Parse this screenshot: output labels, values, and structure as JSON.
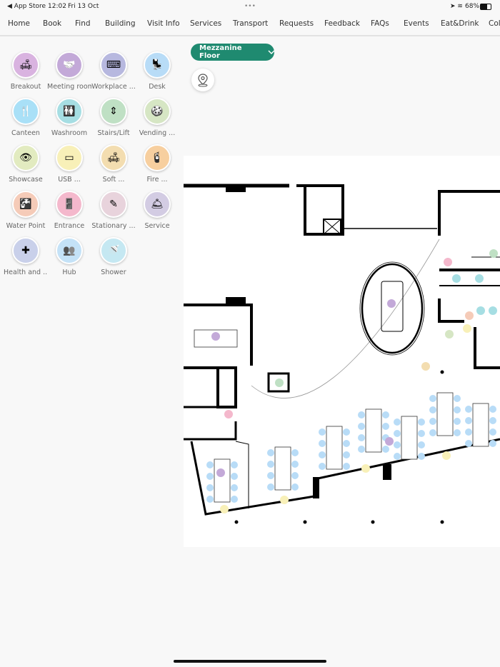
{
  "status_bar": {
    "back_app": "◀ App Store",
    "time": "12:02",
    "date": "Fri 13 Oct",
    "dots": "•••",
    "battery": "68%"
  },
  "nav": [
    "Home",
    "Book",
    "Find",
    "Building",
    "Visit Info",
    "Services",
    "Transport",
    "Requests",
    "Feedback",
    "FAQs",
    "Events",
    "Eat&Drink",
    "Coll"
  ],
  "categories": [
    {
      "label": "Breakout",
      "icon": "sofa-icon",
      "color": "#d9b3e0"
    },
    {
      "label": "Meeting room",
      "icon": "handshake-icon",
      "color": "#c3a9d8"
    },
    {
      "label": "Workplace ...",
      "icon": "workstation-icon",
      "color": "#b7b8df"
    },
    {
      "label": "Desk",
      "icon": "chair-icon",
      "color": "#b8dcf7"
    },
    {
      "label": "Canteen",
      "icon": "cutlery-icon",
      "color": "#a9e0f7"
    },
    {
      "label": "Washroom",
      "icon": "washroom-icon",
      "color": "#a6dee3"
    },
    {
      "label": "Stairs/Lift",
      "icon": "updown-icon",
      "color": "#bfe0c4"
    },
    {
      "label": "Vending ...",
      "icon": "cookie-icon",
      "color": "#d6e6c4"
    },
    {
      "label": "Showcase",
      "icon": "eye-icon",
      "color": "#e2ebc0"
    },
    {
      "label": "USB ...",
      "icon": "usb-icon",
      "color": "#f8f0b8"
    },
    {
      "label": "Soft ...",
      "icon": "sofa-icon",
      "color": "#f3ddb0"
    },
    {
      "label": "Fire ...",
      "icon": "extinguisher-icon",
      "color": "#f7cf9f"
    },
    {
      "label": "Water Point",
      "icon": "tap-icon",
      "color": "#f5cbb8"
    },
    {
      "label": "Entrance",
      "icon": "door-icon",
      "color": "#f4b8cc"
    },
    {
      "label": "Stationary ...",
      "icon": "pencil-icon",
      "color": "#e8d3dc"
    },
    {
      "label": "Service",
      "icon": "bell-icon",
      "color": "#d3cce3"
    },
    {
      "label": "Health and ...",
      "icon": "first-aid-icon",
      "color": "#c9d0ea"
    },
    {
      "label": "Hub",
      "icon": "people-icon",
      "color": "#c4e2f7"
    },
    {
      "label": "Shower",
      "icon": "shower-icon",
      "color": "#c5e8f2"
    }
  ],
  "floor_selector": {
    "label": "Mezzanine Floor",
    "color": "#1f8a70"
  }
}
